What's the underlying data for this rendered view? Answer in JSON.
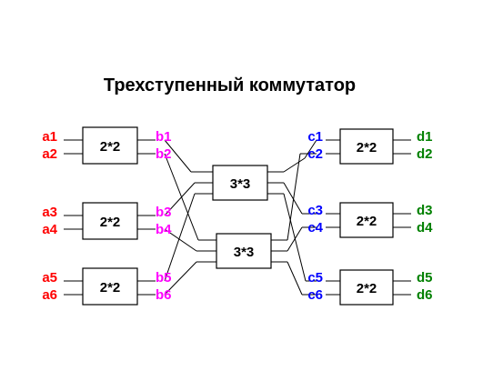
{
  "title": "Трехступенный  коммутатор",
  "colors": {
    "input": "#ff0000",
    "stage1_out": "#ff00ff",
    "stage3_in": "#0000ff",
    "output": "#008000",
    "line": "#000000"
  },
  "stage1": [
    {
      "label": "2*2",
      "inputs": [
        "a1",
        "a2"
      ],
      "outputs": [
        "b1",
        "b2"
      ]
    },
    {
      "label": "2*2",
      "inputs": [
        "a3",
        "a4"
      ],
      "outputs": [
        "b3",
        "b4"
      ]
    },
    {
      "label": "2*2",
      "inputs": [
        "a5",
        "a6"
      ],
      "outputs": [
        "b5",
        "b6"
      ]
    }
  ],
  "stage2": [
    {
      "label": "3*3"
    },
    {
      "label": "3*3"
    }
  ],
  "stage3": [
    {
      "label": "2*2",
      "inputs": [
        "c1",
        "c2"
      ],
      "outputs": [
        "d1",
        "d2"
      ]
    },
    {
      "label": "2*2",
      "inputs": [
        "c3",
        "c4"
      ],
      "outputs": [
        "d3",
        "d4"
      ]
    },
    {
      "label": "2*2",
      "inputs": [
        "c5",
        "c6"
      ],
      "outputs": [
        "d5",
        "d6"
      ]
    }
  ]
}
